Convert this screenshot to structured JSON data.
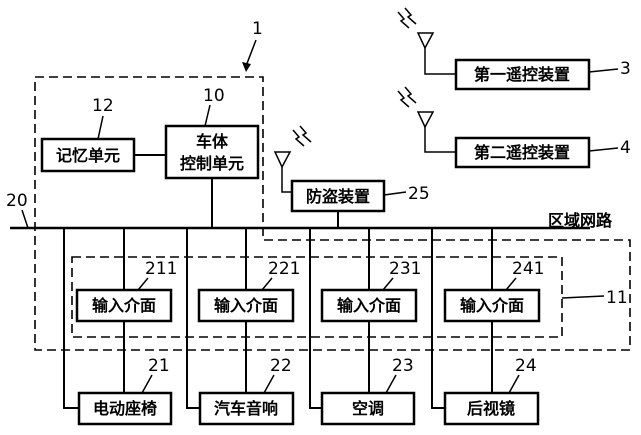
{
  "system_number": "1",
  "remotes": [
    {
      "label": "第一遥控装置",
      "number": "3"
    },
    {
      "label": "第二遥控装置",
      "number": "4"
    }
  ],
  "memory_unit": {
    "label": "记忆单元",
    "number": "12"
  },
  "body_control_unit": {
    "label_line1": "车体",
    "label_line2": "控制单元",
    "number": "10"
  },
  "anti_theft": {
    "label": "防盗装置",
    "number": "25"
  },
  "bus": {
    "label": "区域网路",
    "number": "20"
  },
  "interface_group_number": "11",
  "interfaces": [
    {
      "label": "输入介面",
      "number": "211"
    },
    {
      "label": "输入介面",
      "number": "221"
    },
    {
      "label": "输入介面",
      "number": "231"
    },
    {
      "label": "输入介面",
      "number": "241"
    }
  ],
  "devices": [
    {
      "label": "电动座椅",
      "number": "21"
    },
    {
      "label": "汽车音响",
      "number": "22"
    },
    {
      "label": "空调",
      "number": "23"
    },
    {
      "label": "后视镜",
      "number": "24"
    }
  ]
}
